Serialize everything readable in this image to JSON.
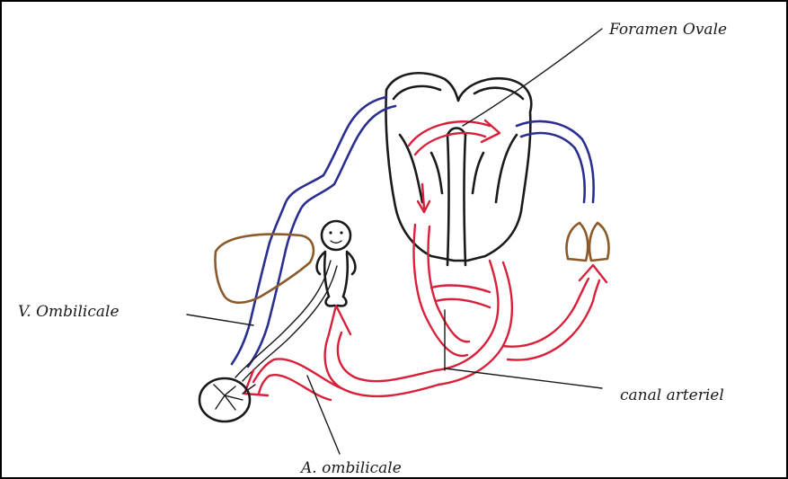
{
  "labels": {
    "foramen_ovale": "Foramen Ovale",
    "veine_ombilicale": "V. Ombilicale",
    "canal_arteriel": "canal arteriel",
    "artere_ombilicale": "A. ombilicale"
  },
  "colors": {
    "oxygenated": "#d8203a",
    "deoxygenated": "#2a2f8f",
    "organ": "#8a5a2b",
    "ink": "#1a1a1a",
    "frame": "#000000"
  }
}
